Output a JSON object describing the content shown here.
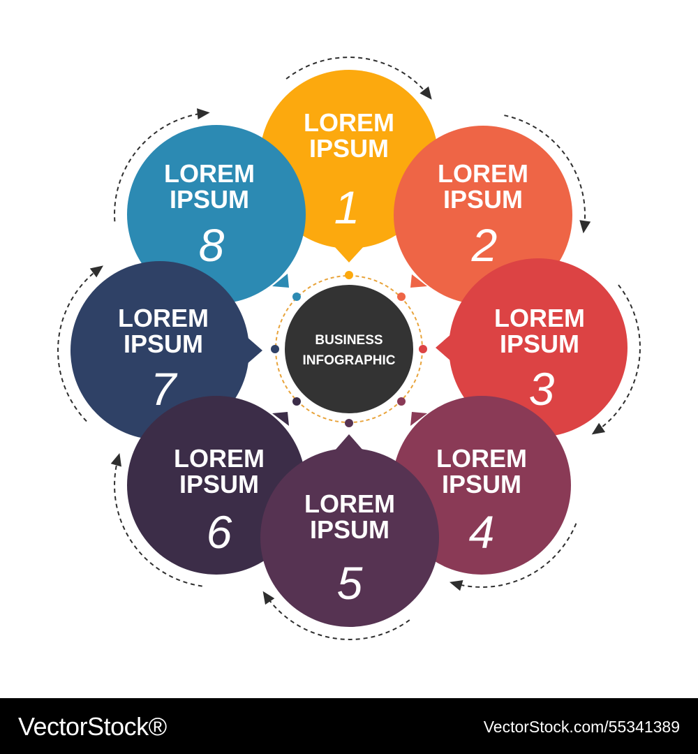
{
  "center": {
    "line1": "BUSINESS",
    "line2": "INFOGRAPHIC",
    "color": "#333333"
  },
  "steps": [
    {
      "line1": "LOREM",
      "line2": "IPSUM",
      "number": "1",
      "color": "#FCA90E"
    },
    {
      "line1": "LOREM",
      "line2": "IPSUM",
      "number": "2",
      "color": "#EE6546"
    },
    {
      "line1": "LOREM",
      "line2": "IPSUM",
      "number": "3",
      "color": "#DC4344"
    },
    {
      "line1": "LOREM",
      "line2": "IPSUM",
      "number": "4",
      "color": "#8A3A56"
    },
    {
      "line1": "LOREM",
      "line2": "IPSUM",
      "number": "5",
      "color": "#563352"
    },
    {
      "line1": "LOREM",
      "line2": "IPSUM",
      "number": "6",
      "color": "#3C2D48"
    },
    {
      "line1": "LOREM",
      "line2": "IPSUM",
      "number": "7",
      "color": "#2F4166"
    },
    {
      "line1": "LOREM",
      "line2": "IPSUM",
      "number": "8",
      "color": "#2C8AB3"
    }
  ],
  "footer": {
    "brand": "VectorStock®",
    "image_id": "VectorStock.com/55341389"
  }
}
